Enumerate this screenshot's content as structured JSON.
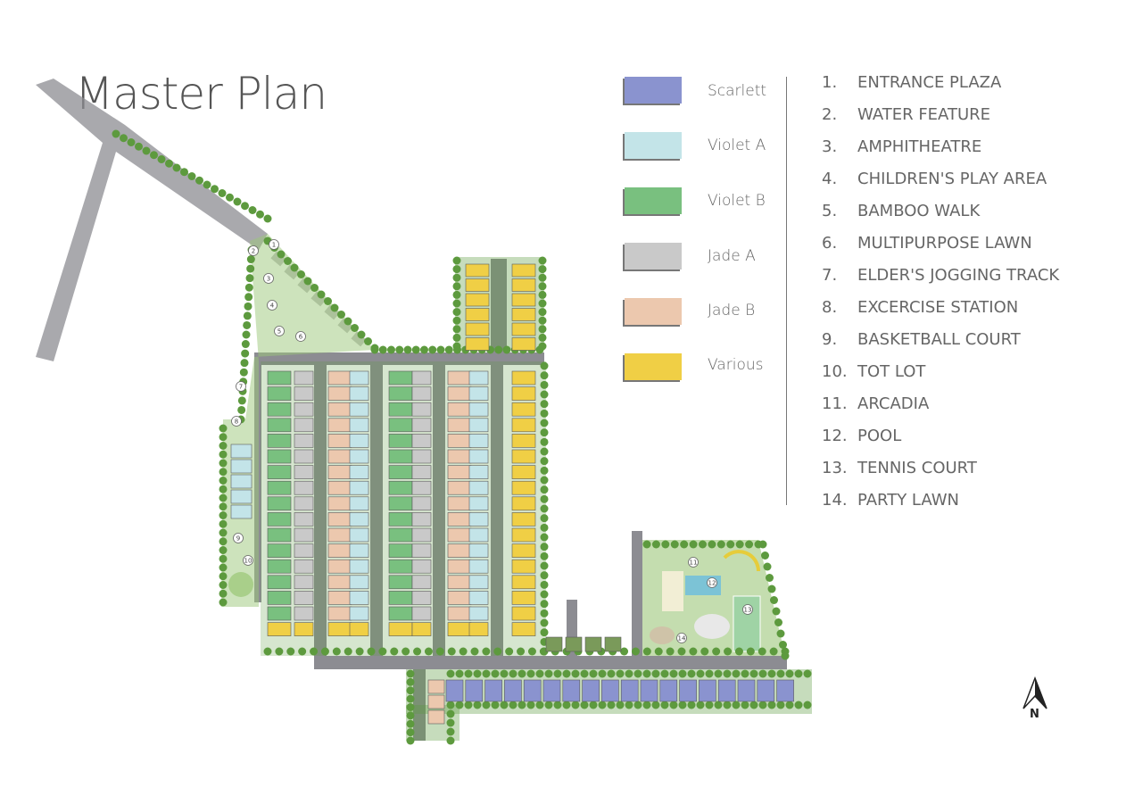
{
  "title": "Master Plan",
  "legend": [
    {
      "label": "Scarlett",
      "color": "#8a93cf"
    },
    {
      "label": "Violet A",
      "color": "#c3e4e8"
    },
    {
      "label": "Violet B",
      "color": "#79c07f"
    },
    {
      "label": "Jade A",
      "color": "#c9c9c9"
    },
    {
      "label": "Jade B",
      "color": "#ecc8ae"
    },
    {
      "label": "Various",
      "color": "#f0cf45"
    }
  ],
  "amenities": [
    {
      "num": "1.",
      "label": "ENTRANCE PLAZA"
    },
    {
      "num": "2.",
      "label": "WATER FEATURE"
    },
    {
      "num": "3.",
      "label": "AMPHITHEATRE"
    },
    {
      "num": "4.",
      "label": "CHILDREN'S PLAY AREA"
    },
    {
      "num": "5.",
      "label": "BAMBOO WALK"
    },
    {
      "num": "6.",
      "label": "MULTIPURPOSE LAWN"
    },
    {
      "num": "7.",
      "label": "ELDER'S JOGGING TRACK"
    },
    {
      "num": "8.",
      "label": "EXCERCISE STATION"
    },
    {
      "num": "9.",
      "label": "BASKETBALL COURT"
    },
    {
      "num": "10.",
      "label": "TOT LOT"
    },
    {
      "num": "11.",
      "label": "ARCADIA"
    },
    {
      "num": "12.",
      "label": "POOL"
    },
    {
      "num": "13.",
      "label": "TENNIS COURT"
    },
    {
      "num": "14.",
      "label": "PARTY LAWN"
    }
  ],
  "markers": [
    "1",
    "2",
    "3",
    "4",
    "5",
    "6",
    "7",
    "8",
    "9",
    "10",
    "11",
    "12",
    "13",
    "14"
  ],
  "compass": {
    "label": "N"
  },
  "colors": {
    "road": "#8c8c92",
    "tree": "#5d9a3e",
    "lawn": "#9cc77a",
    "water": "#7cc3d6"
  }
}
